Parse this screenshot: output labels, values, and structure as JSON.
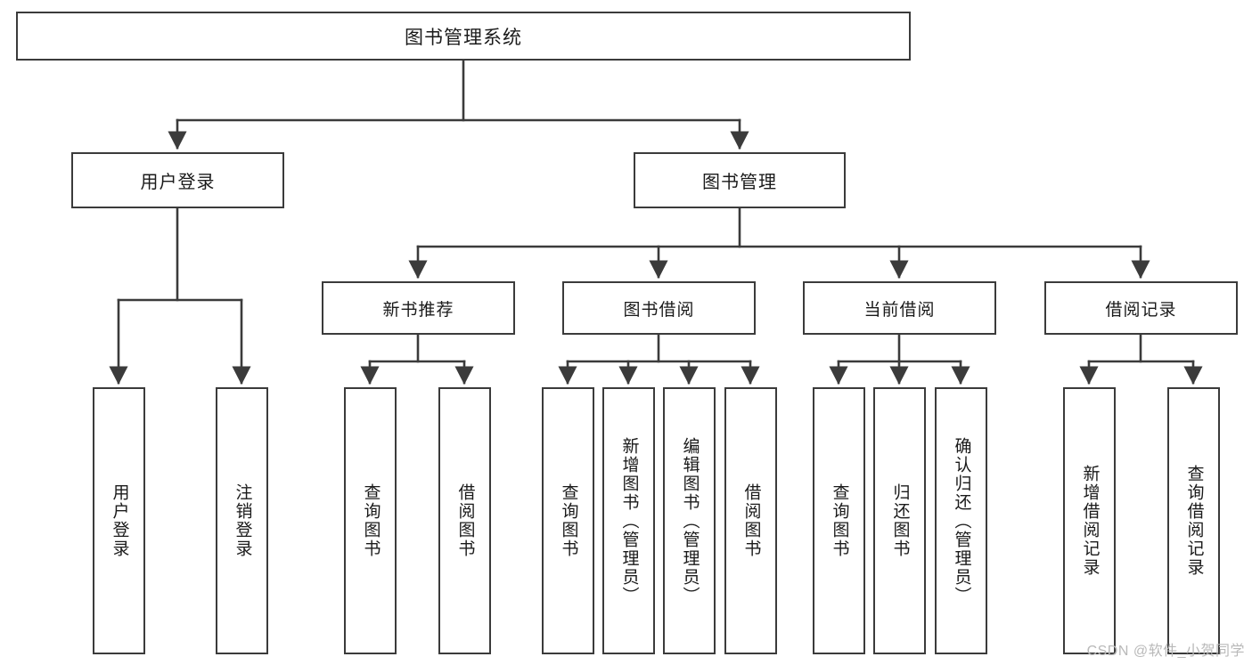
{
  "diagram": {
    "type": "tree",
    "title": "图书管理系统",
    "colors": {
      "stroke": "#3b3b3b",
      "fill": "#ffffff",
      "text": "#1a1a1a",
      "watermark": "#b9b9b9"
    },
    "root": {
      "label": "图书管理系统"
    },
    "level2": [
      {
        "label": "用户登录"
      },
      {
        "label": "图书管理"
      }
    ],
    "level3": [
      {
        "label": "新书推荐"
      },
      {
        "label": "图书借阅"
      },
      {
        "label": "当前借阅"
      },
      {
        "label": "借阅记录"
      }
    ],
    "leaves": [
      {
        "label": "用户登录",
        "parent": "用户登录"
      },
      {
        "label": "注销登录",
        "parent": "用户登录"
      },
      {
        "label": "查询图书",
        "parent": "新书推荐"
      },
      {
        "label": "借阅图书",
        "parent": "新书推荐"
      },
      {
        "label": "查询图书",
        "parent": "图书借阅"
      },
      {
        "label": "新增图书（管理员）",
        "parent": "图书借阅"
      },
      {
        "label": "编辑图书（管理员）",
        "parent": "图书借阅"
      },
      {
        "label": "借阅图书",
        "parent": "图书借阅"
      },
      {
        "label": "查询图书",
        "parent": "当前借阅"
      },
      {
        "label": "归还图书",
        "parent": "当前借阅"
      },
      {
        "label": "确认归还（管理员）",
        "parent": "当前借阅"
      },
      {
        "label": "新增借阅记录",
        "parent": "借阅记录"
      },
      {
        "label": "查询借阅记录",
        "parent": "借阅记录"
      }
    ]
  },
  "watermark": {
    "text": "CSDN @软件_小贺同学"
  }
}
